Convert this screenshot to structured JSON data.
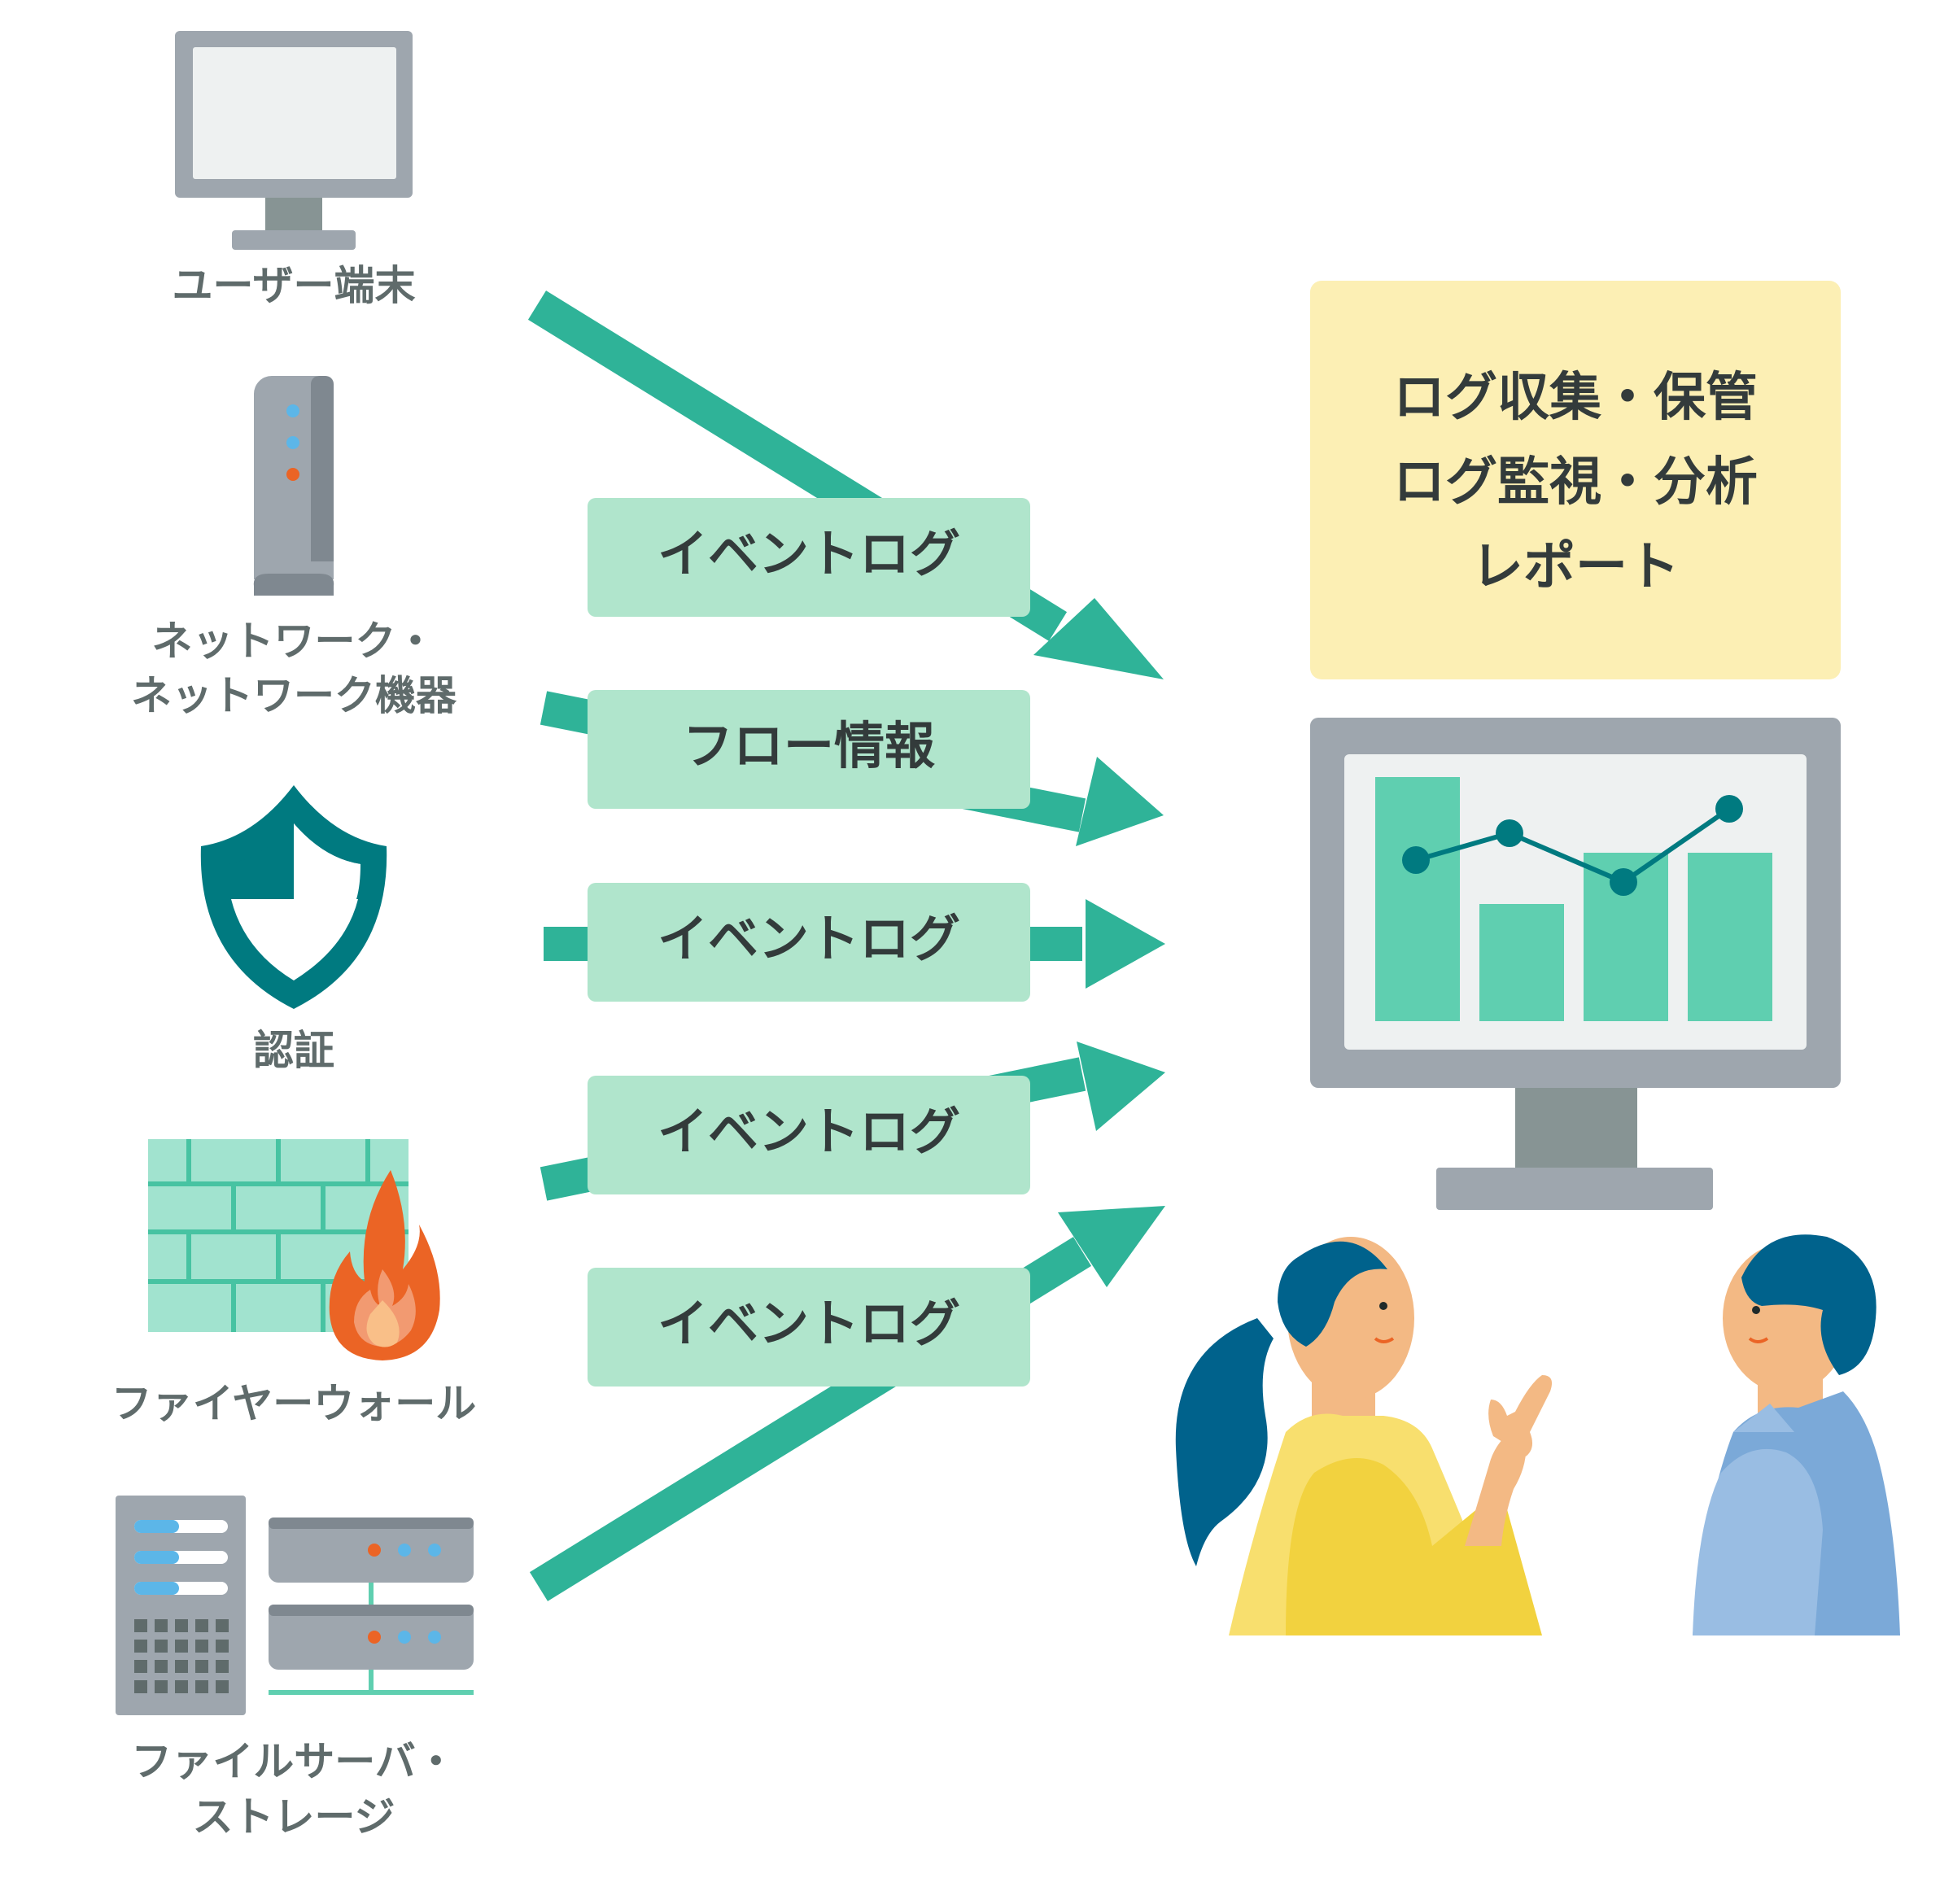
{
  "sources": [
    {
      "id": "user-terminal",
      "label_lines": [
        "ユーザー端末"
      ]
    },
    {
      "id": "network-device",
      "label_lines": [
        "ネットワーク・",
        "ネットワーク機器"
      ]
    },
    {
      "id": "auth",
      "label_lines": [
        "認証"
      ]
    },
    {
      "id": "firewall",
      "label_lines": [
        "ファイヤーウォール"
      ]
    },
    {
      "id": "file-server",
      "label_lines": [
        "ファイルサーバ・",
        "ストレージ"
      ]
    }
  ],
  "flows": [
    {
      "label": "イベントログ"
    },
    {
      "label": "フロー情報"
    },
    {
      "label": "イベントログ"
    },
    {
      "label": "イベントログ"
    },
    {
      "label": "イベントログ"
    }
  ],
  "features_box": {
    "lines": [
      "ログ収集・保管",
      "ログ監視・分析",
      "レポート"
    ]
  },
  "dashboard_chart": {
    "bars": [
      1.0,
      0.48,
      0.69,
      0.69
    ],
    "line": [
      0.66,
      0.77,
      0.57,
      0.87
    ]
  },
  "colors": {
    "arrow": "#2fb398",
    "badge": "#b0e5cc",
    "feature_box": "#fcefb4",
    "monitor_frame": "#9ea6ae",
    "chart_bar": "#5fcfb0",
    "chart_line": "#007a80",
    "shield": "#007a80",
    "brick": "#a1e3cf",
    "flame": "#eb6425"
  },
  "icons": [
    "desktop-monitor-icon",
    "router-icon",
    "shield-icon",
    "firewall-icon",
    "server-storage-icon",
    "dashboard-monitor-icon",
    "woman-pointing-icon",
    "man-listening-icon"
  ]
}
